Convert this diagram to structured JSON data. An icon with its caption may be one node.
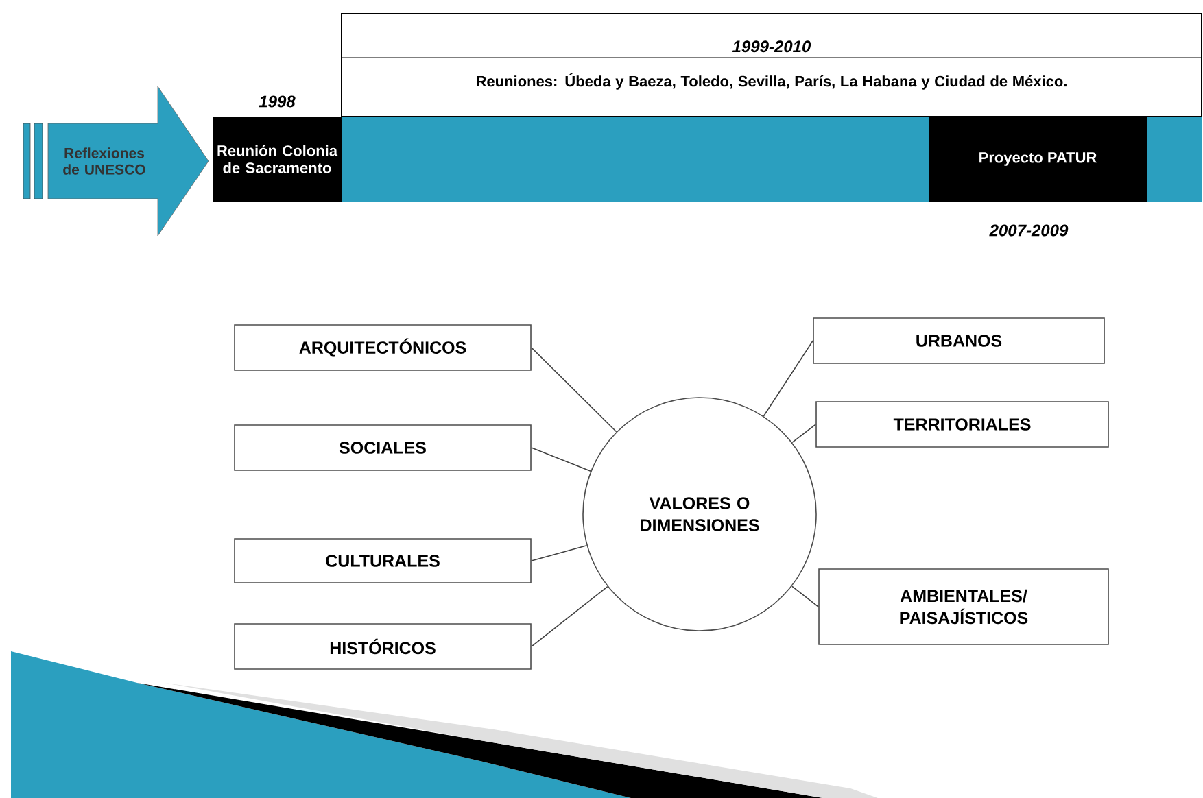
{
  "diagram": {
    "nodes": [
      {
        "text": [
          "Reflexiones de UNESCO"
        ]
      },
      {
        "text": [
          "Reunión Colonia de Sacramento"
        ],
        "beside": [
          "1998"
        ]
      },
      {
        "text": [
          "1999-2010",
          "Reuniones: Úbeda y Baeza, Toledo, Sevilla, París, La Habana y Ciudad de México."
        ]
      },
      {
        "text": [
          "Proyecto PATUR"
        ],
        "beside": [
          "2007-2009"
        ]
      },
      {
        "text": [
          "ARQUITECTÓNICOS"
        ]
      },
      {
        "text": [
          "URBANOS"
        ]
      },
      {
        "text": [
          "SOCIALES"
        ]
      },
      {
        "text": [
          "TERRITORIALES"
        ]
      },
      {
        "text": [
          "VALORES O DIMENSIONES"
        ]
      },
      {
        "text": [
          "CULTURALES"
        ]
      },
      {
        "text": [
          "AMBIENTALES/ PAISAJÍSTICOS"
        ]
      },
      {
        "text": [
          "HISTÓRICOS"
        ]
      }
    ],
    "edges": [
      {
        "from": 8,
        "to": 4,
        "arrow": "none"
      },
      {
        "from": 8,
        "to": 5,
        "arrow": "none"
      },
      {
        "from": 8,
        "to": 6,
        "arrow": "none"
      },
      {
        "from": 8,
        "to": 7,
        "arrow": "none"
      },
      {
        "from": 8,
        "to": 9,
        "arrow": "none"
      },
      {
        "from": 8,
        "to": 10,
        "arrow": "none"
      },
      {
        "from": 8,
        "to": 11,
        "arrow": "none"
      }
    ]
  }
}
